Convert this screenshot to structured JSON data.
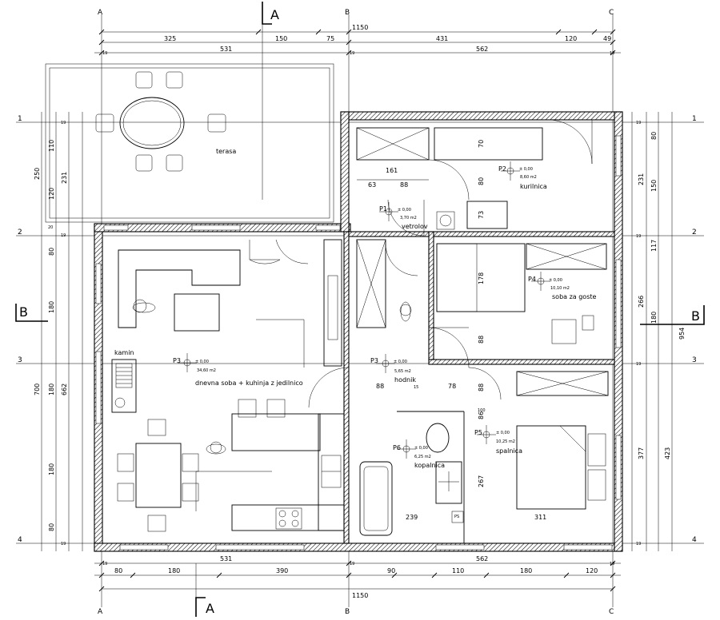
{
  "axes": {
    "cols": [
      "A",
      "B",
      "C"
    ],
    "rows": [
      "1",
      "2",
      "3",
      "4"
    ]
  },
  "sections": {
    "a_top": "A",
    "a_bottom": "A",
    "b_left": "B",
    "b_right": "B"
  },
  "dims": {
    "top_total": "1150",
    "top_row1": [
      "325",
      "150",
      "75",
      "431",
      "120",
      "49"
    ],
    "top_row2": [
      "531",
      "562"
    ],
    "bottom_row1": [
      "531",
      "562"
    ],
    "bottom_row2": [
      "80",
      "180",
      "390",
      "90",
      "110",
      "180",
      "120"
    ],
    "bottom_total": "1150",
    "left_outer": [
      "250",
      "700"
    ],
    "left_mid": [
      "231",
      "662"
    ],
    "left_inner": [
      "110",
      "120",
      "80",
      "180",
      "180",
      "180",
      "80"
    ],
    "right_outer": "954",
    "right_mid": [
      "231",
      "266",
      "423"
    ],
    "right_inner": [
      "80",
      "150",
      "117",
      "180",
      "377"
    ],
    "small": [
      "19",
      "19",
      "19",
      "19",
      "19",
      "19",
      "19",
      "19",
      "19",
      "19",
      "19",
      "19",
      "19",
      "19",
      "19",
      "19",
      "19",
      "19",
      "19",
      "19",
      "19",
      "19",
      "19",
      "19",
      "19",
      "20"
    ],
    "interior": [
      "161",
      "63",
      "88",
      "70",
      "80",
      "73",
      "178",
      "88",
      "88",
      "78",
      "88",
      "267",
      "239",
      "311",
      "86",
      "100",
      "15"
    ]
  },
  "rooms": {
    "terasa": "terasa",
    "p1": {
      "code": "P1",
      "level": "± 0,00",
      "area": "3,70 m2",
      "name": "vetrolov"
    },
    "p2": {
      "code": "P2",
      "level": "± 0,00",
      "area": "8,60 m2",
      "name": "kurilnica"
    },
    "p3a": {
      "code": "P3",
      "level": "± 0,00",
      "area": "34,60 m2",
      "name": "dnevna soba + kuhinja z jedilnico"
    },
    "p3b": {
      "code": "P3",
      "level": "± 0,00",
      "area": "5,65 m2",
      "name": "hodnik"
    },
    "p4": {
      "code": "P4",
      "level": "± 0,00",
      "area": "10,10 m2",
      "name": "soba za goste"
    },
    "p5": {
      "code": "P5",
      "level": "± 0,00",
      "area": "10,25 m2",
      "name": "spalnica"
    },
    "p6": {
      "code": "P6",
      "level": "± 0,00",
      "area": "6,25 m2",
      "name": "kopalnica"
    },
    "kamin": "kamin",
    "ps": "PS"
  }
}
